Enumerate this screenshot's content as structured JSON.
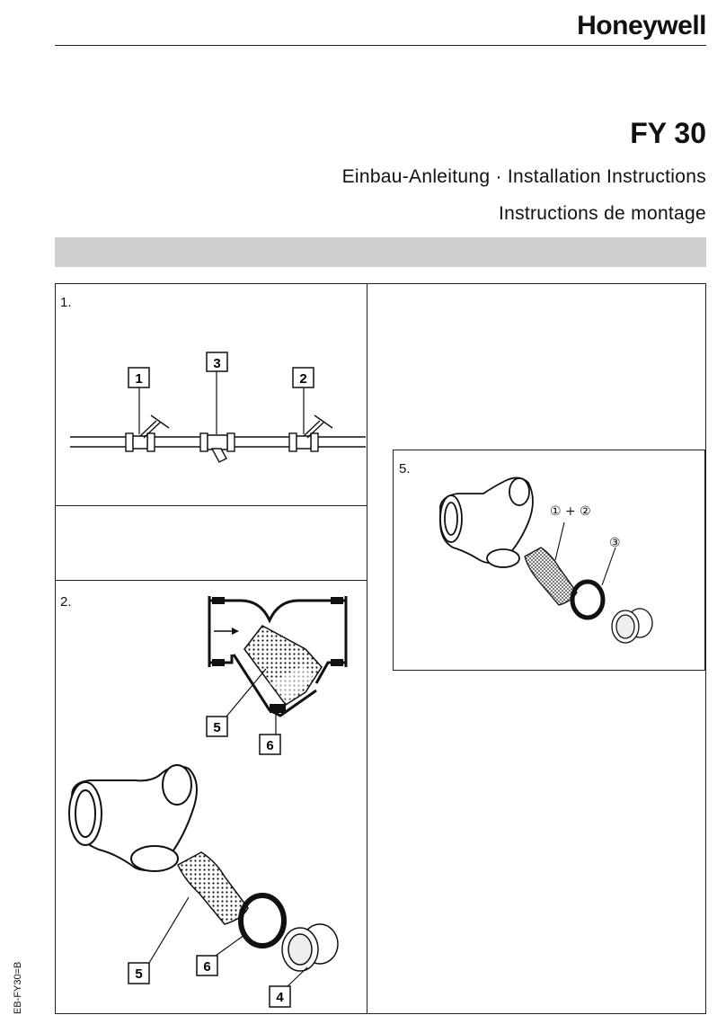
{
  "header": {
    "brand": "Honeywell",
    "model": "FY 30",
    "subtitle_line1": "Einbau-Anleitung · Installation Instructions",
    "subtitle_line2": "Instructions de montage"
  },
  "steps": {
    "step1": "1.",
    "step2": "2.",
    "step5": "5."
  },
  "callouts": {
    "valve_left": "1",
    "valve_right": "2",
    "strainer": "3",
    "cap": "4",
    "screen": "5",
    "gasket": "6"
  },
  "panel5_labels": {
    "screen_parts": "① + ②",
    "ring": "③"
  },
  "footer": {
    "doc_code": "EB-FY30=B"
  }
}
